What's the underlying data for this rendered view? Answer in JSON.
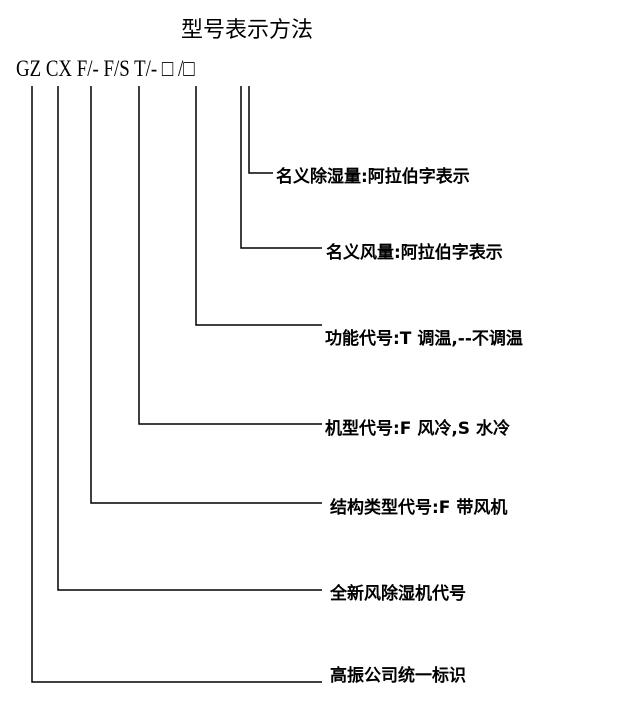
{
  "title": "型号表示方法",
  "model_code": "GZ CX F/- F/S T/- □ /□",
  "labels": [
    "名义除湿量:阿拉伯字表示",
    "名义风量:阿拉伯字表示",
    "功能代号:T 调温,--不调温",
    "机型代号:F 风冷,S 水冷",
    "结构类型代号:F 带风机",
    "全新风除湿机代号",
    "高振公司统一标识"
  ]
}
